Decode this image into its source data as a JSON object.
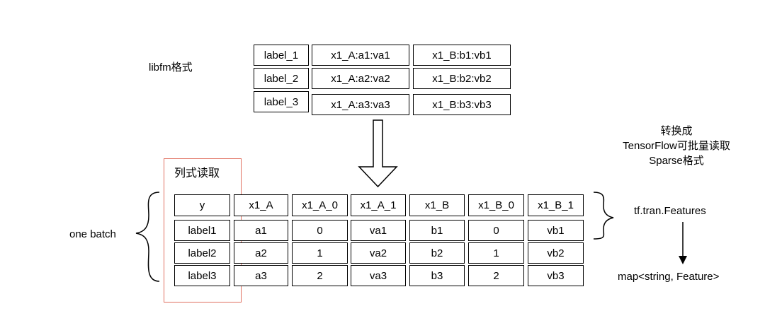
{
  "libfm": {
    "label": "libfm格式",
    "rows": [
      [
        "label_1",
        "x1_A:a1:va1",
        "x1_B:b1:vb1"
      ],
      [
        "label_2",
        "x1_A:a2:va2",
        "x1_B:b2:vb2"
      ],
      [
        "label_3",
        "x1_A:a3:va3",
        "x1_B:b3:vb3"
      ]
    ]
  },
  "convert_label": {
    "line1": "转换成",
    "line2": "TensorFlow可批量读取",
    "line3": "Sparse格式"
  },
  "column_read_label": "列式读取",
  "one_batch_label": "one batch",
  "sparse_table": {
    "headers": [
      "y",
      "x1_A",
      "x1_A_0",
      "x1_A_1",
      "x1_B",
      "x1_B_0",
      "x1_B_1"
    ],
    "rows": [
      [
        "label1",
        "a1",
        "0",
        "va1",
        "b1",
        "0",
        "vb1"
      ],
      [
        "label2",
        "a2",
        "1",
        "va2",
        "b2",
        "1",
        "vb2"
      ],
      [
        "label3",
        "a3",
        "2",
        "va3",
        "b3",
        "2",
        "vb3"
      ]
    ]
  },
  "features_label": "tf.tran.Features",
  "map_label": "map<string, Feature>",
  "colors": {
    "highlight_box": "#e07060",
    "line": "#000000"
  }
}
